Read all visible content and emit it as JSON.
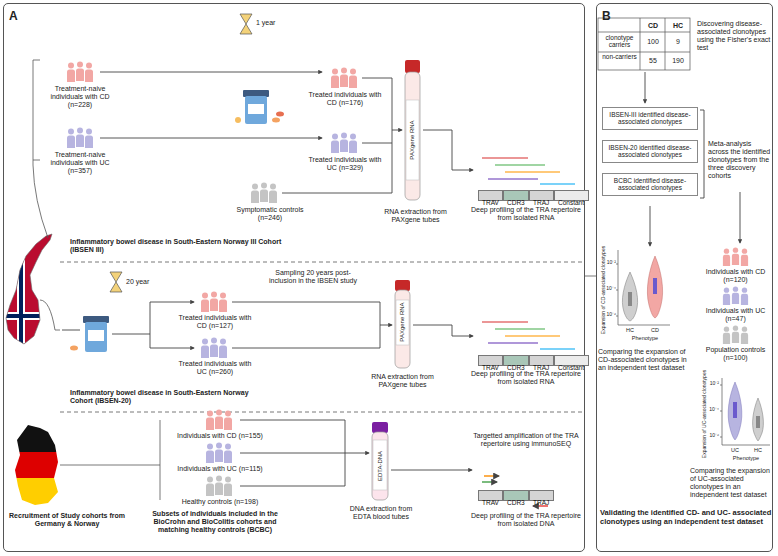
{
  "diagram": {
    "nodes": [
      {
        "text": [
          "A"
        ]
      },
      {
        "text": [
          "TRAV"
        ],
        "in": 0
      },
      {
        "text": [
          "CDR3"
        ],
        "in": 0
      },
      {
        "text": [
          "TRAJ"
        ],
        "in": 0
      },
      {
        "text": [
          "Constant"
        ],
        "in": 0
      },
      {
        "text": [
          "TRAV"
        ],
        "in": 0
      },
      {
        "text": [
          "CDR3"
        ],
        "in": 0
      },
      {
        "text": [
          "TRAJ"
        ],
        "in": 0
      },
      {
        "text": [
          "Constant"
        ],
        "in": 0
      },
      {
        "text": [
          "TRAV"
        ],
        "in": 0
      },
      {
        "text": [
          "CDR3"
        ],
        "in": 0
      },
      {
        "text": [
          "TRAJ"
        ],
        "in": 0
      },
      {
        "text": [
          "B"
        ]
      },
      {
        "text": [
          "IBSEN-III identified disease-associated clonotypes"
        ],
        "in": 12
      },
      {
        "text": [
          "IBSEN-20 identified disease-associated clonotypes"
        ],
        "in": 12
      },
      {
        "text": [
          "BCBC identified disease-associated clonotypes"
        ],
        "in": 12
      }
    ],
    "labels": [
      "Treatment-naive individuals with CD (n=228)",
      "Treatment-naive individuals with UC (n=357)",
      "1 year",
      "Symptomatic controls (n=246)",
      "Treated individuals with CD (n=176)",
      "Treated individuals with UC (n=329)",
      "PAXgene RNA",
      "RNA extraction from PAXgene tubes",
      "Deep profiling of the TRA repertoire from isolated RNA",
      "Inflammatory bowel disease in South-Eastern Norway III Cohort (IBSEN III)",
      "20 year",
      "Sampling 20 years post-inclusion in the IBSEN study",
      "Treated individuals with CD (n=127)",
      "Treated individuals with UC (n=260)",
      "PAXgene RNA",
      "RNA extraction from PAXgene tubes",
      "Deep profiling of the TRA repertoire from isolated RNA",
      "Inflammatory bowel disease in South-Eastern Norway Cohort (IBSEN-20)",
      "Individuals with CD (n=155)",
      "Individuals with UC (n=115)",
      "Healthy controls (n=198)",
      "EDTA-DNA",
      "DNA extraction from EDTA blood tubes",
      "Targetted amplification of the TRA repertoire using immunoSEQ",
      "Deep profiling of the TRA repertoire from isolated DNA",
      "Subsets of individuals included in the BioCrohn and BioColitis cohorts and matching healthy controls (BCBC)",
      "Recruitment of Study cohorts from Germany & Norway",
      "CD",
      "HC",
      "clonotype carriers",
      "100",
      "9",
      "non-carriers",
      "55",
      "190",
      "Discovering disease-associated clonotypes using the Fisher's exact test",
      "Meta-analysis across the identified clonotypes from the three discovery cohorts",
      "Expansion of CD-associated clonotypes",
      "10⁻²",
      "10⁻⁴",
      "10⁻⁶",
      "HC",
      "CD",
      "Phenotype",
      "Comparing the expansion of CD-associated clonotypes in an independent test dataset",
      "Individuals with CD (n=120)",
      "Individuals with UC (n=47)",
      "Population controls (n=100)",
      "Expansion of UC-associated clonotypes",
      "10⁻²",
      "10⁻⁴",
      "10⁻⁶",
      "UC",
      "HC",
      "Phenotype",
      "Comparing the expansion of UC-associated clonotypes in an independent test dataset",
      "Validating the identified CD- and UC- associated clonotypes using an independent test dataset"
    ]
  }
}
